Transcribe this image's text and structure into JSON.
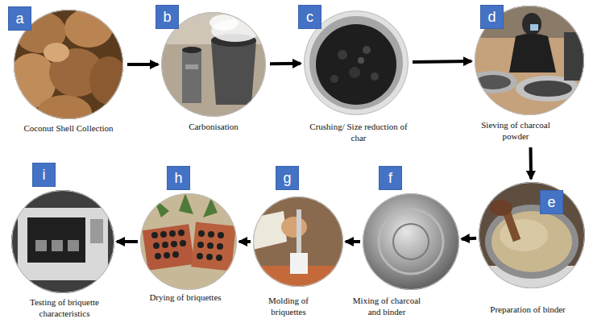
{
  "diagram": {
    "nodes": [
      {
        "text": [
          "a",
          "Coconut Shell Collection"
        ]
      },
      {
        "text": [
          "b",
          "Carbonisation"
        ]
      },
      {
        "text": [
          "c",
          "Crushing/ Size reduction of char"
        ]
      },
      {
        "text": [
          "d",
          "Sieving of charcoal powder"
        ]
      },
      {
        "text": [
          "e",
          "Preparation of binder"
        ]
      },
      {
        "text": [
          "f",
          "Mixing of charcoal and binder"
        ]
      },
      {
        "text": [
          "g",
          "Molding of briquettes"
        ]
      },
      {
        "text": [
          "h",
          "Drying of briquettes"
        ]
      },
      {
        "text": [
          "i",
          "Testing of briquette characteristics"
        ]
      }
    ],
    "edges": [
      {
        "from": 0,
        "to": 1,
        "arrow": "to"
      },
      {
        "from": 1,
        "to": 2,
        "arrow": "to"
      },
      {
        "from": 2,
        "to": 3,
        "arrow": "to"
      },
      {
        "from": 3,
        "to": 4,
        "arrow": "to"
      },
      {
        "from": 4,
        "to": 5,
        "arrow": "to"
      },
      {
        "from": 5,
        "to": 6,
        "arrow": "to"
      },
      {
        "from": 6,
        "to": 7,
        "arrow": "to"
      },
      {
        "from": 7,
        "to": 8,
        "arrow": "to"
      }
    ]
  }
}
